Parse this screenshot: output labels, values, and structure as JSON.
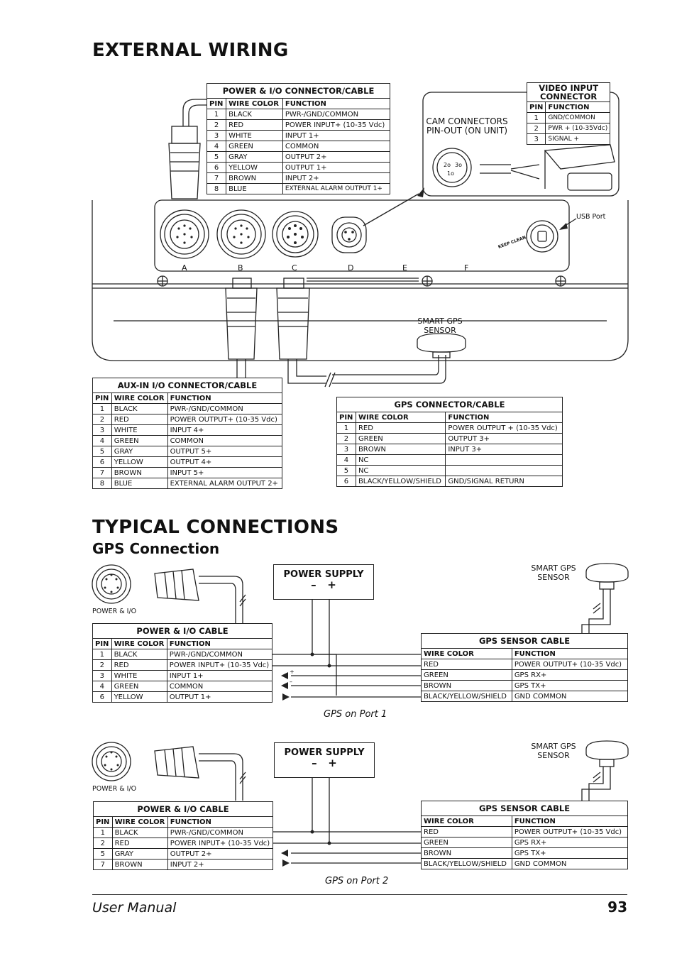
{
  "page": {
    "title": "EXTERNAL WIRING",
    "section2_title": "TYPICAL CONNECTIONS",
    "section2_subtitle": "GPS Connection",
    "footer_left": "User Manual",
    "footer_page": "93"
  },
  "unit_labels": {
    "cam": "CAM CONNECTORS\nPIN-OUT (ON UNIT)",
    "usb": "USB Port",
    "smart_gps": "SMART GPS\nSENSOR",
    "port_letters": [
      "A",
      "B",
      "C",
      "D",
      "E",
      "F"
    ],
    "keep_clean": "KEEP CLEAN",
    "cam_pin_a": "2o",
    "cam_pin_b": "1o",
    "cam_pin_c": "3o"
  },
  "power_io_table": {
    "title": "POWER & I/O CONNECTOR/CABLE",
    "headers": [
      "PIN",
      "WIRE COLOR",
      "FUNCTION"
    ],
    "rows": [
      [
        "1",
        "BLACK",
        "PWR-/GND/COMMON"
      ],
      [
        "2",
        "RED",
        "POWER INPUT+ (10-35 Vdc)"
      ],
      [
        "3",
        "WHITE",
        "INPUT 1+"
      ],
      [
        "4",
        "GREEN",
        "COMMON"
      ],
      [
        "5",
        "GRAY",
        "OUTPUT 2+"
      ],
      [
        "6",
        "YELLOW",
        "OUTPUT 1+"
      ],
      [
        "7",
        "BROWN",
        "INPUT 2+"
      ],
      [
        "8",
        "BLUE",
        "EXTERNAL ALARM OUTPUT 1+"
      ]
    ]
  },
  "video_table": {
    "title": "VIDEO INPUT CONNECTOR",
    "headers": [
      "PIN",
      "FUNCTION"
    ],
    "rows": [
      [
        "1",
        "GND/COMMON"
      ],
      [
        "2",
        "PWR + (10-35Vdc)"
      ],
      [
        "3",
        "SIGNAL +"
      ]
    ]
  },
  "aux_table": {
    "title": "AUX-IN I/O CONNECTOR/CABLE",
    "headers": [
      "PIN",
      "WIRE COLOR",
      "FUNCTION"
    ],
    "rows": [
      [
        "1",
        "BLACK",
        "PWR-/GND/COMMON"
      ],
      [
        "2",
        "RED",
        "POWER OUTPUT+ (10-35 Vdc)"
      ],
      [
        "3",
        "WHITE",
        "INPUT 4+"
      ],
      [
        "4",
        "GREEN",
        "COMMON"
      ],
      [
        "5",
        "GRAY",
        "OUTPUT 5+"
      ],
      [
        "6",
        "YELLOW",
        "OUTPUT 4+"
      ],
      [
        "7",
        "BROWN",
        "INPUT 5+"
      ],
      [
        "8",
        "BLUE",
        "EXTERNAL ALARM OUTPUT 2+"
      ]
    ]
  },
  "gps_table": {
    "title": "GPS CONNECTOR/CABLE",
    "headers": [
      "PIN",
      "WIRE COLOR",
      "FUNCTION"
    ],
    "rows": [
      [
        "1",
        "RED",
        "POWER OUTPUT + (10-35 Vdc)"
      ],
      [
        "2",
        "GREEN",
        "OUTPUT 3+"
      ],
      [
        "3",
        "BROWN",
        "INPUT 3+"
      ],
      [
        "4",
        "NC",
        ""
      ],
      [
        "5",
        "NC",
        ""
      ],
      [
        "6",
        "BLACK/YELLOW/SHIELD",
        "GND/SIGNAL RETURN"
      ]
    ]
  },
  "diagram1": {
    "power_io_label": "POWER & I/O",
    "power_supply": "POWER SUPPLY",
    "ps_minus": "–",
    "ps_plus": "+",
    "smart_gps": "SMART GPS\nSENSOR",
    "cable_title": "POWER & I/O CABLE",
    "cable_headers": [
      "PIN",
      "WIRE COLOR",
      "FUNCTION"
    ],
    "cable_rows": [
      [
        "1",
        "BLACK",
        "PWR-/GND/COMMON"
      ],
      [
        "2",
        "RED",
        "POWER INPUT+ (10-35 Vdc)"
      ],
      [
        "3",
        "WHITE",
        "INPUT 1+"
      ],
      [
        "4",
        "GREEN",
        "COMMON"
      ],
      [
        "6",
        "YELLOW",
        "OUTPUT 1+"
      ]
    ],
    "gps_title": "GPS SENSOR CABLE",
    "gps_headers": [
      "WIRE COLOR",
      "FUNCTION"
    ],
    "gps_rows": [
      [
        "RED",
        "POWER OUTPUT+ (10-35 Vdc)"
      ],
      [
        "GREEN",
        "GPS RX+"
      ],
      [
        "BROWN",
        "GPS TX+"
      ],
      [
        "BLACK/YELLOW/SHIELD",
        "GND COMMON"
      ]
    ],
    "caption": "GPS on Port 1",
    "plus_mark": "+",
    "minus_mark": "–"
  },
  "diagram2": {
    "power_io_label": "POWER & I/O",
    "power_supply": "POWER SUPPLY",
    "ps_minus": "–",
    "ps_plus": "+",
    "smart_gps": "SMART GPS\nSENSOR",
    "cable_title": "POWER & I/O CABLE",
    "cable_headers": [
      "PIN",
      "WIRE COLOR",
      "FUNCTION"
    ],
    "cable_rows": [
      [
        "1",
        "BLACK",
        "PWR-/GND/COMMON"
      ],
      [
        "2",
        "RED",
        "POWER INPUT+ (10-35 Vdc)"
      ],
      [
        "5",
        "GRAY",
        "OUTPUT 2+"
      ],
      [
        "7",
        "BROWN",
        "INPUT 2+"
      ]
    ],
    "gps_title": "GPS SENSOR CABLE",
    "gps_headers": [
      "WIRE COLOR",
      "FUNCTION"
    ],
    "gps_rows": [
      [
        "RED",
        "POWER OUTPUT+ (10-35 Vdc)"
      ],
      [
        "GREEN",
        "GPS RX+"
      ],
      [
        "BROWN",
        "GPS TX+"
      ],
      [
        "BLACK/YELLOW/SHIELD",
        "GND COMMON"
      ]
    ],
    "caption": "GPS on Port 2"
  }
}
